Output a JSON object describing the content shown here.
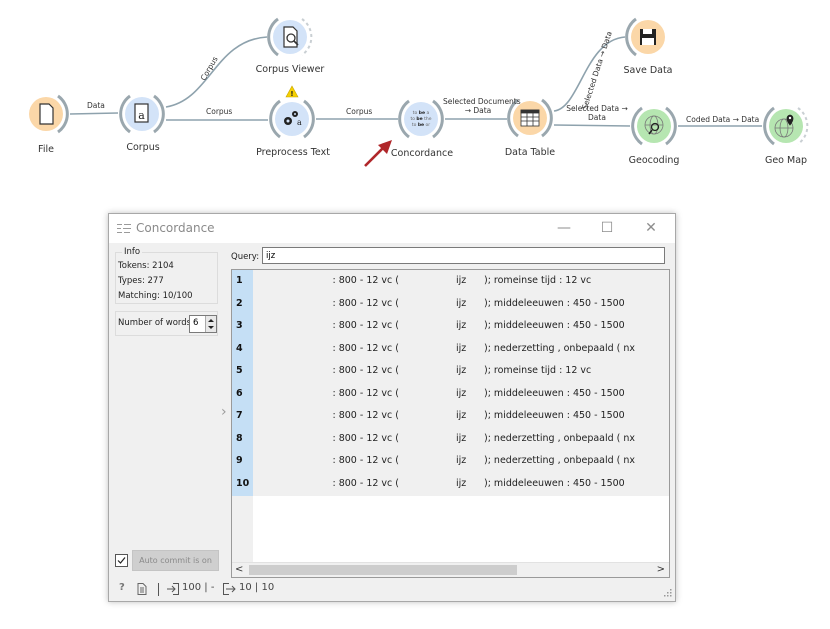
{
  "workflow": {
    "nodes": [
      {
        "id": "file",
        "label": "File",
        "icon": "file-icon",
        "color": "#fbd7a8"
      },
      {
        "id": "corpus",
        "label": "Corpus",
        "icon": "corpus-icon",
        "color": "#d3e3f8"
      },
      {
        "id": "corpus-viewer",
        "label": "Corpus Viewer",
        "icon": "corpus-viewer-icon",
        "color": "#d3e3f8"
      },
      {
        "id": "preprocess-text",
        "label": "Preprocess Text",
        "icon": "preprocess-icon",
        "color": "#d3e3f8",
        "warning": true
      },
      {
        "id": "concordance",
        "label": "Concordance",
        "icon": "concordance-icon",
        "color": "#d3e3f8"
      },
      {
        "id": "data-table",
        "label": "Data Table",
        "icon": "table-icon",
        "color": "#fbd7a8"
      },
      {
        "id": "save-data",
        "label": "Save Data",
        "icon": "save-icon",
        "color": "#fbd7a8"
      },
      {
        "id": "geocoding",
        "label": "Geocoding",
        "icon": "geocoding-icon",
        "color": "#b6e6b1"
      },
      {
        "id": "geo-map",
        "label": "Geo Map",
        "icon": "geo-map-icon",
        "color": "#b6e6b1"
      }
    ],
    "links": [
      {
        "from": "file",
        "to": "corpus",
        "label": "Data"
      },
      {
        "from": "corpus",
        "to": "corpus-viewer",
        "label": "Corpus"
      },
      {
        "from": "corpus",
        "to": "preprocess-text",
        "label": "Corpus"
      },
      {
        "from": "preprocess-text",
        "to": "concordance",
        "label": "Corpus"
      },
      {
        "from": "concordance",
        "to": "data-table",
        "label": "Selected Documents → Data",
        "line1": "Selected Documents",
        "line2": "→ Data"
      },
      {
        "from": "data-table",
        "to": "save-data",
        "label": "Selected Data → Data"
      },
      {
        "from": "data-table",
        "to": "geocoding",
        "label": "Selected Data → Data",
        "line1": "Selected Data →",
        "line2": "Data"
      },
      {
        "from": "geocoding",
        "to": "geo-map",
        "label": "Coded Data → Data"
      }
    ],
    "concordance_icon_lines": [
      "to be a",
      "to be the",
      "to be or"
    ]
  },
  "window": {
    "title": "Concordance",
    "minimize": "—",
    "maximize": "☐",
    "close": "✕",
    "info": {
      "title": "Info",
      "tokens": "Tokens: 2104",
      "types": "Types: 277",
      "matching": "Matching: 10/100"
    },
    "number_of_words": {
      "label": "Number of words:",
      "value": "6"
    },
    "query": {
      "label": "Query:",
      "value": "ijz"
    },
    "auto_commit": {
      "checked": true,
      "label": "Auto commit is on"
    },
    "rows": [
      {
        "index": "1",
        "left": ": 800 - 12 vc (",
        "word": "ijz",
        "right": "); romeinse tijd : 12 vc"
      },
      {
        "index": "2",
        "left": ": 800 - 12 vc (",
        "word": "ijz",
        "right": "); middeleeuwen : 450 - 1500"
      },
      {
        "index": "3",
        "left": ": 800 - 12 vc (",
        "word": "ijz",
        "right": "); middeleeuwen : 450 - 1500"
      },
      {
        "index": "4",
        "left": ": 800 - 12 vc (",
        "word": "ijz",
        "right": "); nederzetting , onbepaald ( nx"
      },
      {
        "index": "5",
        "left": ": 800 - 12 vc (",
        "word": "ijz",
        "right": "); romeinse tijd : 12 vc"
      },
      {
        "index": "6",
        "left": ": 800 - 12 vc (",
        "word": "ijz",
        "right": "); middeleeuwen : 450 - 1500"
      },
      {
        "index": "7",
        "left": ": 800 - 12 vc (",
        "word": "ijz",
        "right": "); middeleeuwen : 450 - 1500"
      },
      {
        "index": "8",
        "left": ": 800 - 12 vc (",
        "word": "ijz",
        "right": "); nederzetting , onbepaald ( nx"
      },
      {
        "index": "9",
        "left": ": 800 - 12 vc (",
        "word": "ijz",
        "right": "); nederzetting , onbepaald ( nx"
      },
      {
        "index": "10",
        "left": ": 800 - 12 vc (",
        "word": "ijz",
        "right": "); middeleeuwen : 450 - 1500"
      }
    ],
    "statusbar": {
      "input_summary": "100 | -",
      "output_summary": "10 | 10"
    }
  }
}
